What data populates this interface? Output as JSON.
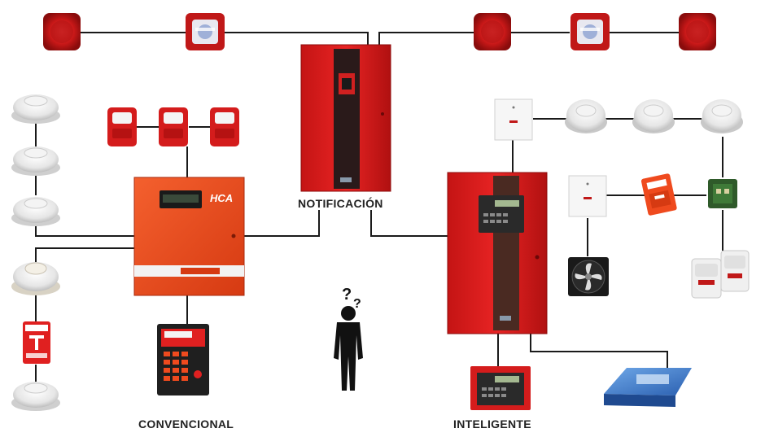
{
  "labels": {
    "notification": "NOTIFICACIÓN",
    "conventional": "CONVENCIONAL",
    "intelligent": "INTELIGENTE"
  },
  "panel_brand": "HCA",
  "colors": {
    "panel_red": "#e02020",
    "conventional_orange": "#ef4a1e",
    "wire": "#1a1a1a",
    "label_text": "#222222"
  }
}
